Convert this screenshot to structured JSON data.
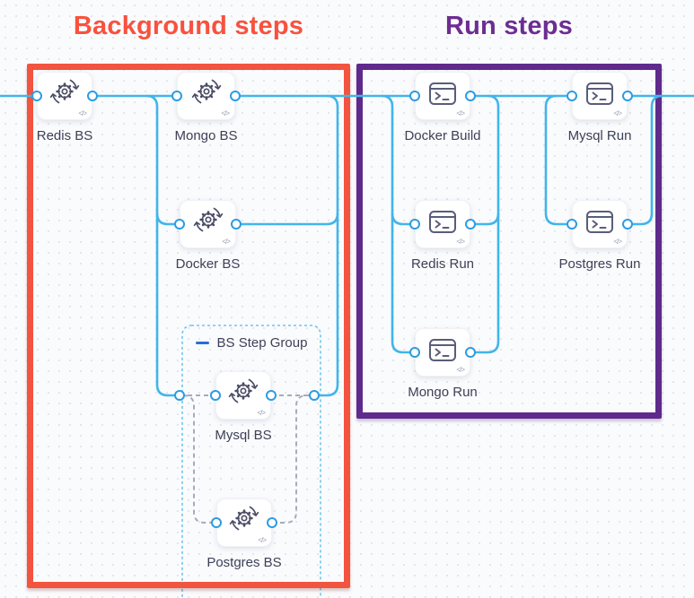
{
  "background_group": {
    "title": "Background steps"
  },
  "run_group": {
    "title": "Run steps"
  },
  "bs_step_group": {
    "label": "BS Step Group"
  },
  "nodes": [
    {
      "label": "Redis BS",
      "icon": "sync-gear"
    },
    {
      "label": "Mongo BS",
      "icon": "sync-gear"
    },
    {
      "label": "Docker BS",
      "icon": "sync-gear"
    },
    {
      "label": "Mysql BS",
      "icon": "sync-gear"
    },
    {
      "label": "Postgres BS",
      "icon": "sync-gear"
    },
    {
      "label": "Docker Build",
      "icon": "terminal"
    },
    {
      "label": "Mysql Run",
      "icon": "terminal"
    },
    {
      "label": "Redis Run",
      "icon": "terminal"
    },
    {
      "label": "Postgres Run",
      "icon": "terminal"
    },
    {
      "label": "Mongo Run",
      "icon": "terminal"
    }
  ],
  "glyphs": {
    "code": "</>"
  },
  "colors": {
    "background_outline": "#f2543f",
    "background_title": "#f9513e",
    "run_outline": "#5f2a8c",
    "run_title": "#6d2d92",
    "wire_blue": "#41b5ea",
    "port_ring": "#2b9ce4",
    "dashed_connector_gray": "#a6abbd",
    "step_group_dash_cyan": "#6cc6ee",
    "node_label": "#3d4156"
  }
}
